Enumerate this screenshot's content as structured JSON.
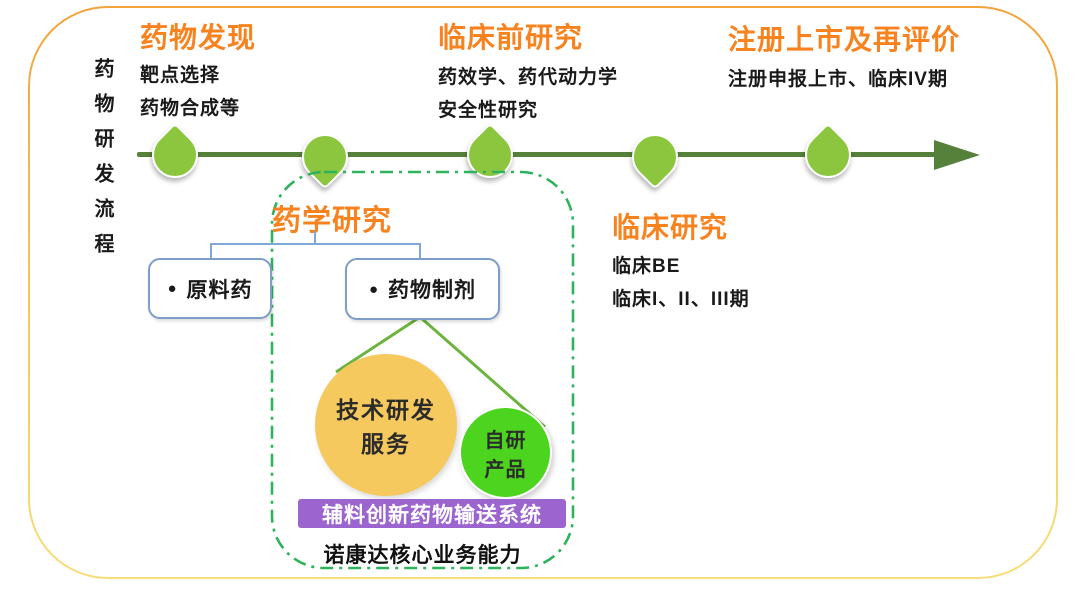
{
  "palette": {
    "title_orange": "#F8821E",
    "timeline_green": "#55813A",
    "droplet_green": "#8CC63F",
    "dashed_border_green": "#2FB25C",
    "bracket_blue": "#7FA7D8",
    "circle_yellow": "#F6C95F",
    "circle_green": "#4CD41F",
    "banner_purple": "#9C64CE",
    "frame_gradient_top": "#F2A33B",
    "frame_gradient_bottom": "#F7DD7A"
  },
  "process_label": "药物研发流程",
  "stage_discovery": {
    "title": "药物发现",
    "note1": "靶点选择",
    "note2": "药物合成等"
  },
  "stage_preclinical": {
    "title": "临床前研究",
    "note1": "药效学、药代动力学",
    "note2": "安全性研究"
  },
  "stage_registration": {
    "title": "注册上市及再评价",
    "note1": "注册申报上市、临床IV期"
  },
  "stage_pharmaceutical": {
    "title": "药学研究",
    "bullet": "●",
    "box1": "原料药",
    "box2": "药物制剂"
  },
  "stage_clinical": {
    "title": "临床研究",
    "note1": "临床BE",
    "note2": "临床I、II、III期"
  },
  "core_business": {
    "circle_large_line1": "技术研发",
    "circle_large_line2": "服务",
    "circle_small_line1": "自研",
    "circle_small_line2": "产品",
    "banner": "辅料创新药物输送系统",
    "caption": "诺康达核心业务能力"
  }
}
